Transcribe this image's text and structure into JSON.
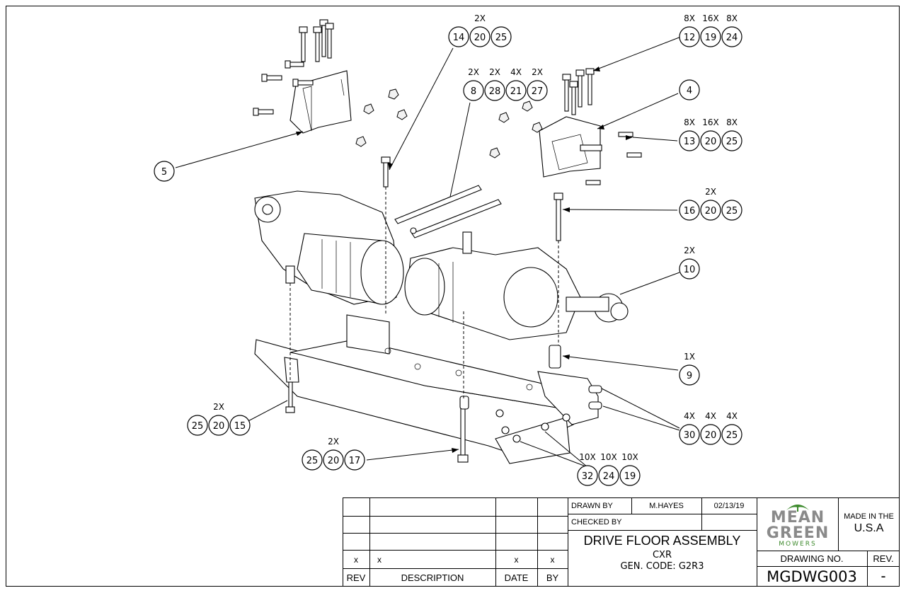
{
  "balloons": [
    {
      "id": "b-5",
      "items": [
        "5"
      ],
      "qty": [
        ""
      ]
    },
    {
      "id": "b-14-20-25",
      "items": [
        "14",
        "20",
        "25"
      ],
      "qty": [
        "",
        "2X",
        ""
      ]
    },
    {
      "id": "b-8-28-21-27",
      "items": [
        "8",
        "28",
        "21",
        "27"
      ],
      "qty": [
        "2X",
        "2X",
        "4X",
        "2X"
      ]
    },
    {
      "id": "b-12-19-24",
      "items": [
        "12",
        "19",
        "24"
      ],
      "qty": [
        "8X",
        "16X",
        "8X"
      ]
    },
    {
      "id": "b-4",
      "items": [
        "4"
      ],
      "qty": [
        ""
      ]
    },
    {
      "id": "b-13-20-25",
      "items": [
        "13",
        "20",
        "25"
      ],
      "qty": [
        "8X",
        "16X",
        "8X"
      ]
    },
    {
      "id": "b-16-20-25",
      "items": [
        "16",
        "20",
        "25"
      ],
      "qty": [
        "",
        "2X",
        ""
      ]
    },
    {
      "id": "b-10",
      "items": [
        "10"
      ],
      "qty": [
        "2X"
      ]
    },
    {
      "id": "b-9",
      "items": [
        "9"
      ],
      "qty": [
        "1X"
      ]
    },
    {
      "id": "b-30-20-25",
      "items": [
        "30",
        "20",
        "25"
      ],
      "qty": [
        "4X",
        "4X",
        "4X"
      ]
    },
    {
      "id": "b-25-20-15",
      "items": [
        "25",
        "20",
        "15"
      ],
      "qty": [
        "",
        "2X",
        ""
      ]
    },
    {
      "id": "b-25-20-17",
      "items": [
        "25",
        "20",
        "17"
      ],
      "qty": [
        "",
        "2X",
        ""
      ]
    },
    {
      "id": "b-32-24-19",
      "items": [
        "32",
        "24",
        "19"
      ],
      "qty": [
        "10X",
        "10X",
        "10X"
      ]
    }
  ],
  "title_block": {
    "drawn_by_label": "DRAWN BY",
    "drawn_by": "M.HAYES",
    "drawn_date": "02/13/19",
    "checked_by_label": "CHECKED BY",
    "title": "DRIVE FLOOR ASSEMBLY",
    "model": "CXR",
    "gen_code": "GEN. CODE: G2R3",
    "logo_line1": "MEAN",
    "logo_line2": "GREEN",
    "logo_line3": "MOWERS",
    "made_in_label": "MADE IN THE",
    "made_in": "U.S.A",
    "drawing_no_label": "DRAWING NO.",
    "drawing_no": "MGDWG003",
    "rev_label": "REV.",
    "rev": "-",
    "rev_row": {
      "rev": "x",
      "description": "x",
      "date": "x",
      "by": "x"
    },
    "headers": {
      "rev": "REV",
      "description": "DESCRIPTION",
      "date": "DATE",
      "by": "BY"
    }
  }
}
